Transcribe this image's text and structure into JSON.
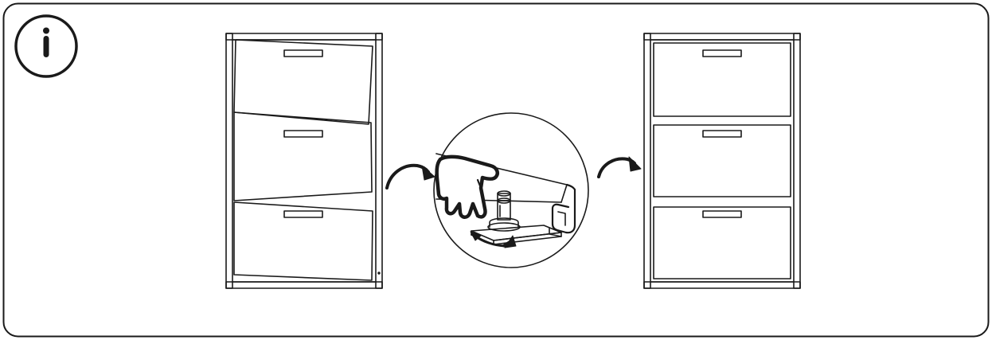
{
  "illustration": {
    "kind": "assembly-instruction-step",
    "badge_icon": "info-icon",
    "steps": [
      {
        "name": "cabinet-misaligned-drawers",
        "drawer_count": 3,
        "state": "misaligned"
      },
      {
        "name": "adjust-hinge-screw",
        "action_icon": "rotate-arrows-icon",
        "hand_icon": "pointing-hand-icon"
      },
      {
        "name": "cabinet-aligned-drawers",
        "drawer_count": 3,
        "state": "aligned"
      }
    ],
    "transition_icons": [
      "curved-arrow-icon",
      "curved-arrow-icon"
    ],
    "colors": {
      "line": "#1a1a1a",
      "background": "#ffffff"
    }
  }
}
